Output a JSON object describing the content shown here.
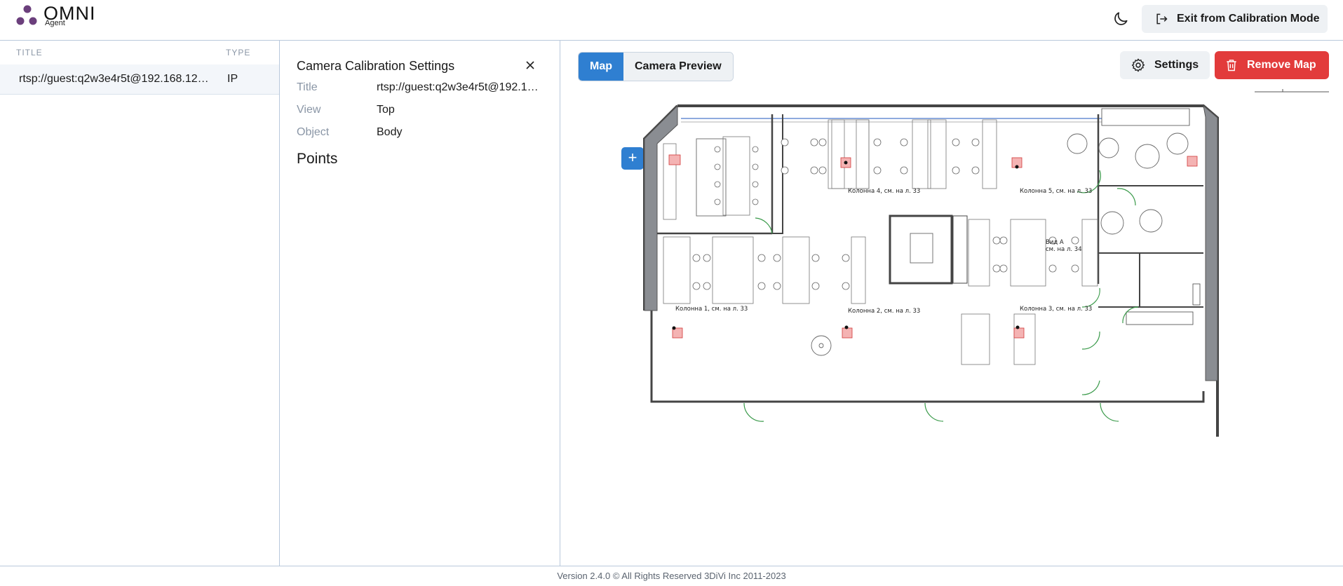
{
  "header": {
    "logo_text": "OMNI",
    "logo_sub": "Agent",
    "exit_label": "Exit from Calibration Mode"
  },
  "camera_list": {
    "col_title": "TITLE",
    "col_type": "TYPE",
    "rows": [
      {
        "title": "rtsp://guest:q2w3e4r5t@192.168.12…",
        "type": "IP"
      }
    ]
  },
  "calibration": {
    "title": "Camera Calibration Settings",
    "fields": [
      {
        "key": "Title",
        "value": "rtsp://guest:q2w3e4r5t@192.1…"
      },
      {
        "key": "View",
        "value": "Top"
      },
      {
        "key": "Object",
        "value": "Body"
      }
    ],
    "points_label": "Points",
    "add_symbol": "+"
  },
  "main": {
    "tabs": [
      {
        "label": "Map",
        "active": true
      },
      {
        "label": "Camera Preview",
        "active": false
      }
    ],
    "settings_label": "Settings",
    "remove_label": "Remove Map"
  },
  "floorplan": {
    "column_labels": [
      "Колонна 4, см. на л. 33",
      "Колонна 5, см. на л. 33",
      "Колонна 1, см. на л. 33",
      "Колонна 2, см. на л. 33",
      "Колонна 3, см. на л. 33"
    ],
    "view_label": "Вид А",
    "view_ref": "см. на л. 34"
  },
  "footer": {
    "version": "Version 2.4.0 © All Rights Reserved 3DiVi Inc 2011-2023"
  },
  "colors": {
    "accent": "#2f7fd1",
    "danger": "#e23b3b",
    "logo_purple": "#6b3f7c",
    "door_green": "#3a9a4a",
    "hatch_red": "#d23a3a"
  }
}
